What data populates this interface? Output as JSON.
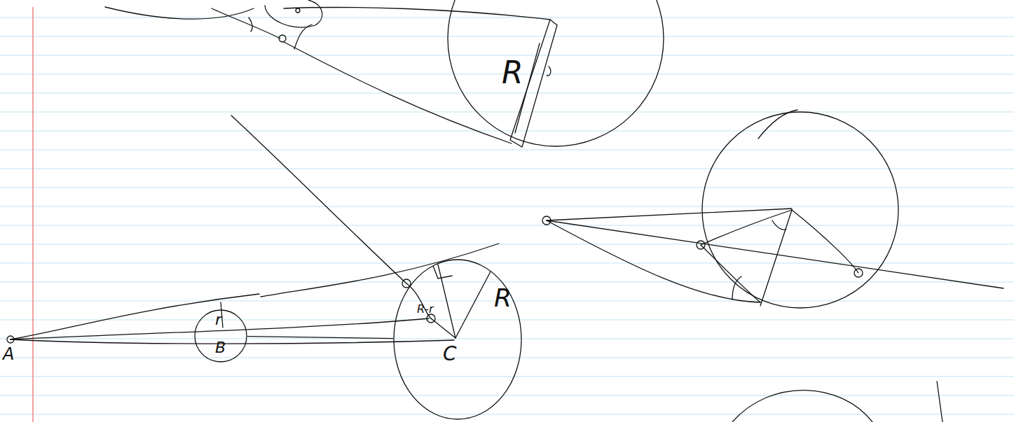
{
  "diagram": {
    "nodes": [
      {
        "text": [
          "R"
        ]
      },
      {
        "text": [
          "r",
          "B"
        ]
      },
      {
        "text": [
          "R-r",
          "R",
          "C"
        ]
      }
    ],
    "edges": [
      {
        "from": 1,
        "to": 2,
        "arrow": "none"
      }
    ],
    "labels": [
      "A"
    ]
  }
}
